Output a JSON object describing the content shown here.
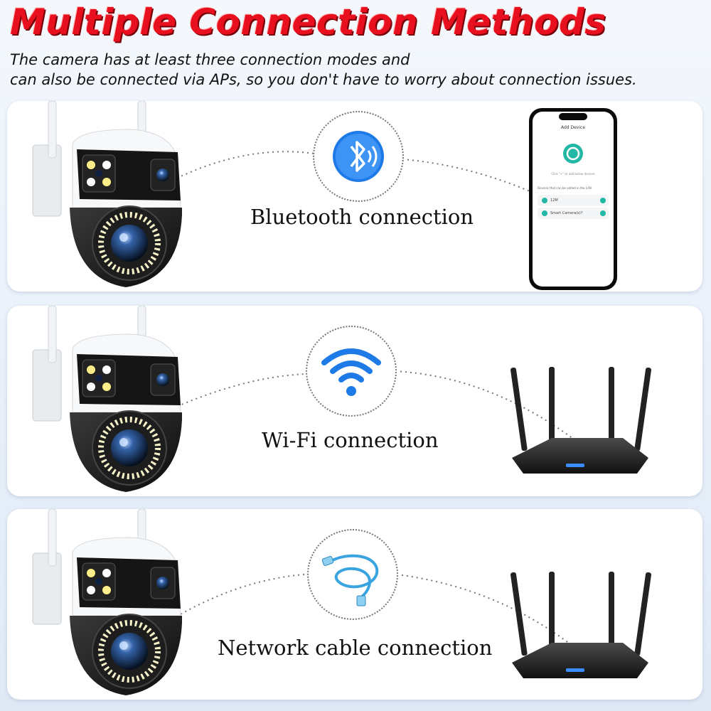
{
  "title": "Multiple Connection Methods",
  "subtitle_line1": "The camera has at least three connection modes and",
  "subtitle_line2": "can also be connected via APs, so you don't have to worry about connection issues.",
  "colors": {
    "title": "#e8101e",
    "accent_blue": "#1e7ae6",
    "panel_bg": "#ffffff"
  },
  "panels": [
    {
      "label": "Bluetooth connection",
      "icon": "bluetooth-icon",
      "device": "smartphone"
    },
    {
      "label": "Wi-Fi connection",
      "icon": "wifi-icon",
      "device": "router"
    },
    {
      "label": "Network cable connection",
      "icon": "ethernet-cable-icon",
      "device": "router"
    }
  ],
  "phone": {
    "header": "Add Device",
    "hint": "Click \"+\" to add below devices",
    "lan_text": "Devices that can be added in the LAN",
    "devices": [
      "12M",
      "Smart Camera(s)?"
    ]
  }
}
